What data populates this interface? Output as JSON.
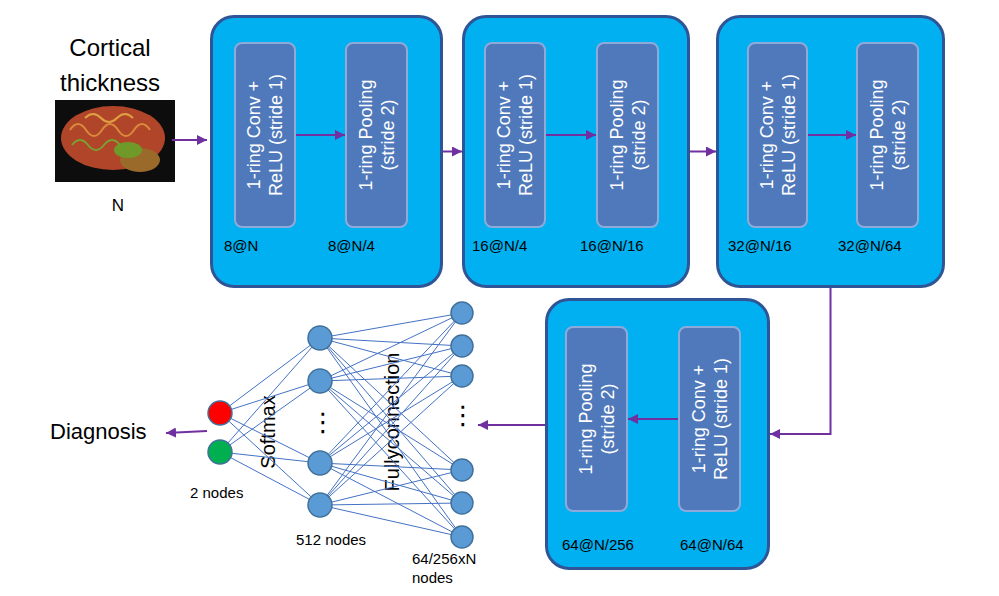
{
  "diagram": {
    "nodes": [
      {
        "text": [
          "8@N",
          "8@N/4"
        ]
      },
      {
        "text": [
          "1-ring Conv + ReLU (stride 1)"
        ],
        "in": 0
      },
      {
        "text": [
          "1-ring Pooling (stride 2)"
        ],
        "in": 0
      },
      {
        "text": [
          "16@N/4",
          "16@N/16"
        ]
      },
      {
        "text": [
          "1-ring Conv + ReLU (stride 1)"
        ],
        "in": 3
      },
      {
        "text": [
          "1-ring Pooling (stride 2)"
        ],
        "in": 3
      },
      {
        "text": [
          "32@N/16",
          "32@N/64"
        ]
      },
      {
        "text": [
          "1-ring Conv + ReLU (stride 1)"
        ],
        "in": 6
      },
      {
        "text": [
          "1-ring Pooling (stride 2)"
        ],
        "in": 6
      },
      {
        "text": [
          "64@N/256",
          "64@N/64"
        ]
      },
      {
        "text": [
          "1-ring Pooling (stride 2)"
        ],
        "in": 9
      },
      {
        "text": [
          "1-ring Conv + ReLU (stride 1)"
        ],
        "in": 9
      }
    ],
    "edges": [
      {
        "from": 1,
        "to": 2,
        "arrow": "to"
      },
      {
        "from": 0,
        "to": 3,
        "arrow": "to"
      },
      {
        "from": 4,
        "to": 5,
        "arrow": "to"
      },
      {
        "from": 3,
        "to": 6,
        "arrow": "to"
      },
      {
        "from": 7,
        "to": 8,
        "arrow": "to"
      },
      {
        "from": 6,
        "to": 9,
        "arrow": "to"
      },
      {
        "from": 11,
        "to": 10,
        "arrow": "to"
      }
    ],
    "labels": [
      "Cortical thickness",
      "N",
      "Diagnosis",
      "Softmax",
      "⋮",
      "Fullyconnection",
      "⋮",
      "2 nodes",
      "512 nodes",
      "64/256xN nodes"
    ]
  }
}
